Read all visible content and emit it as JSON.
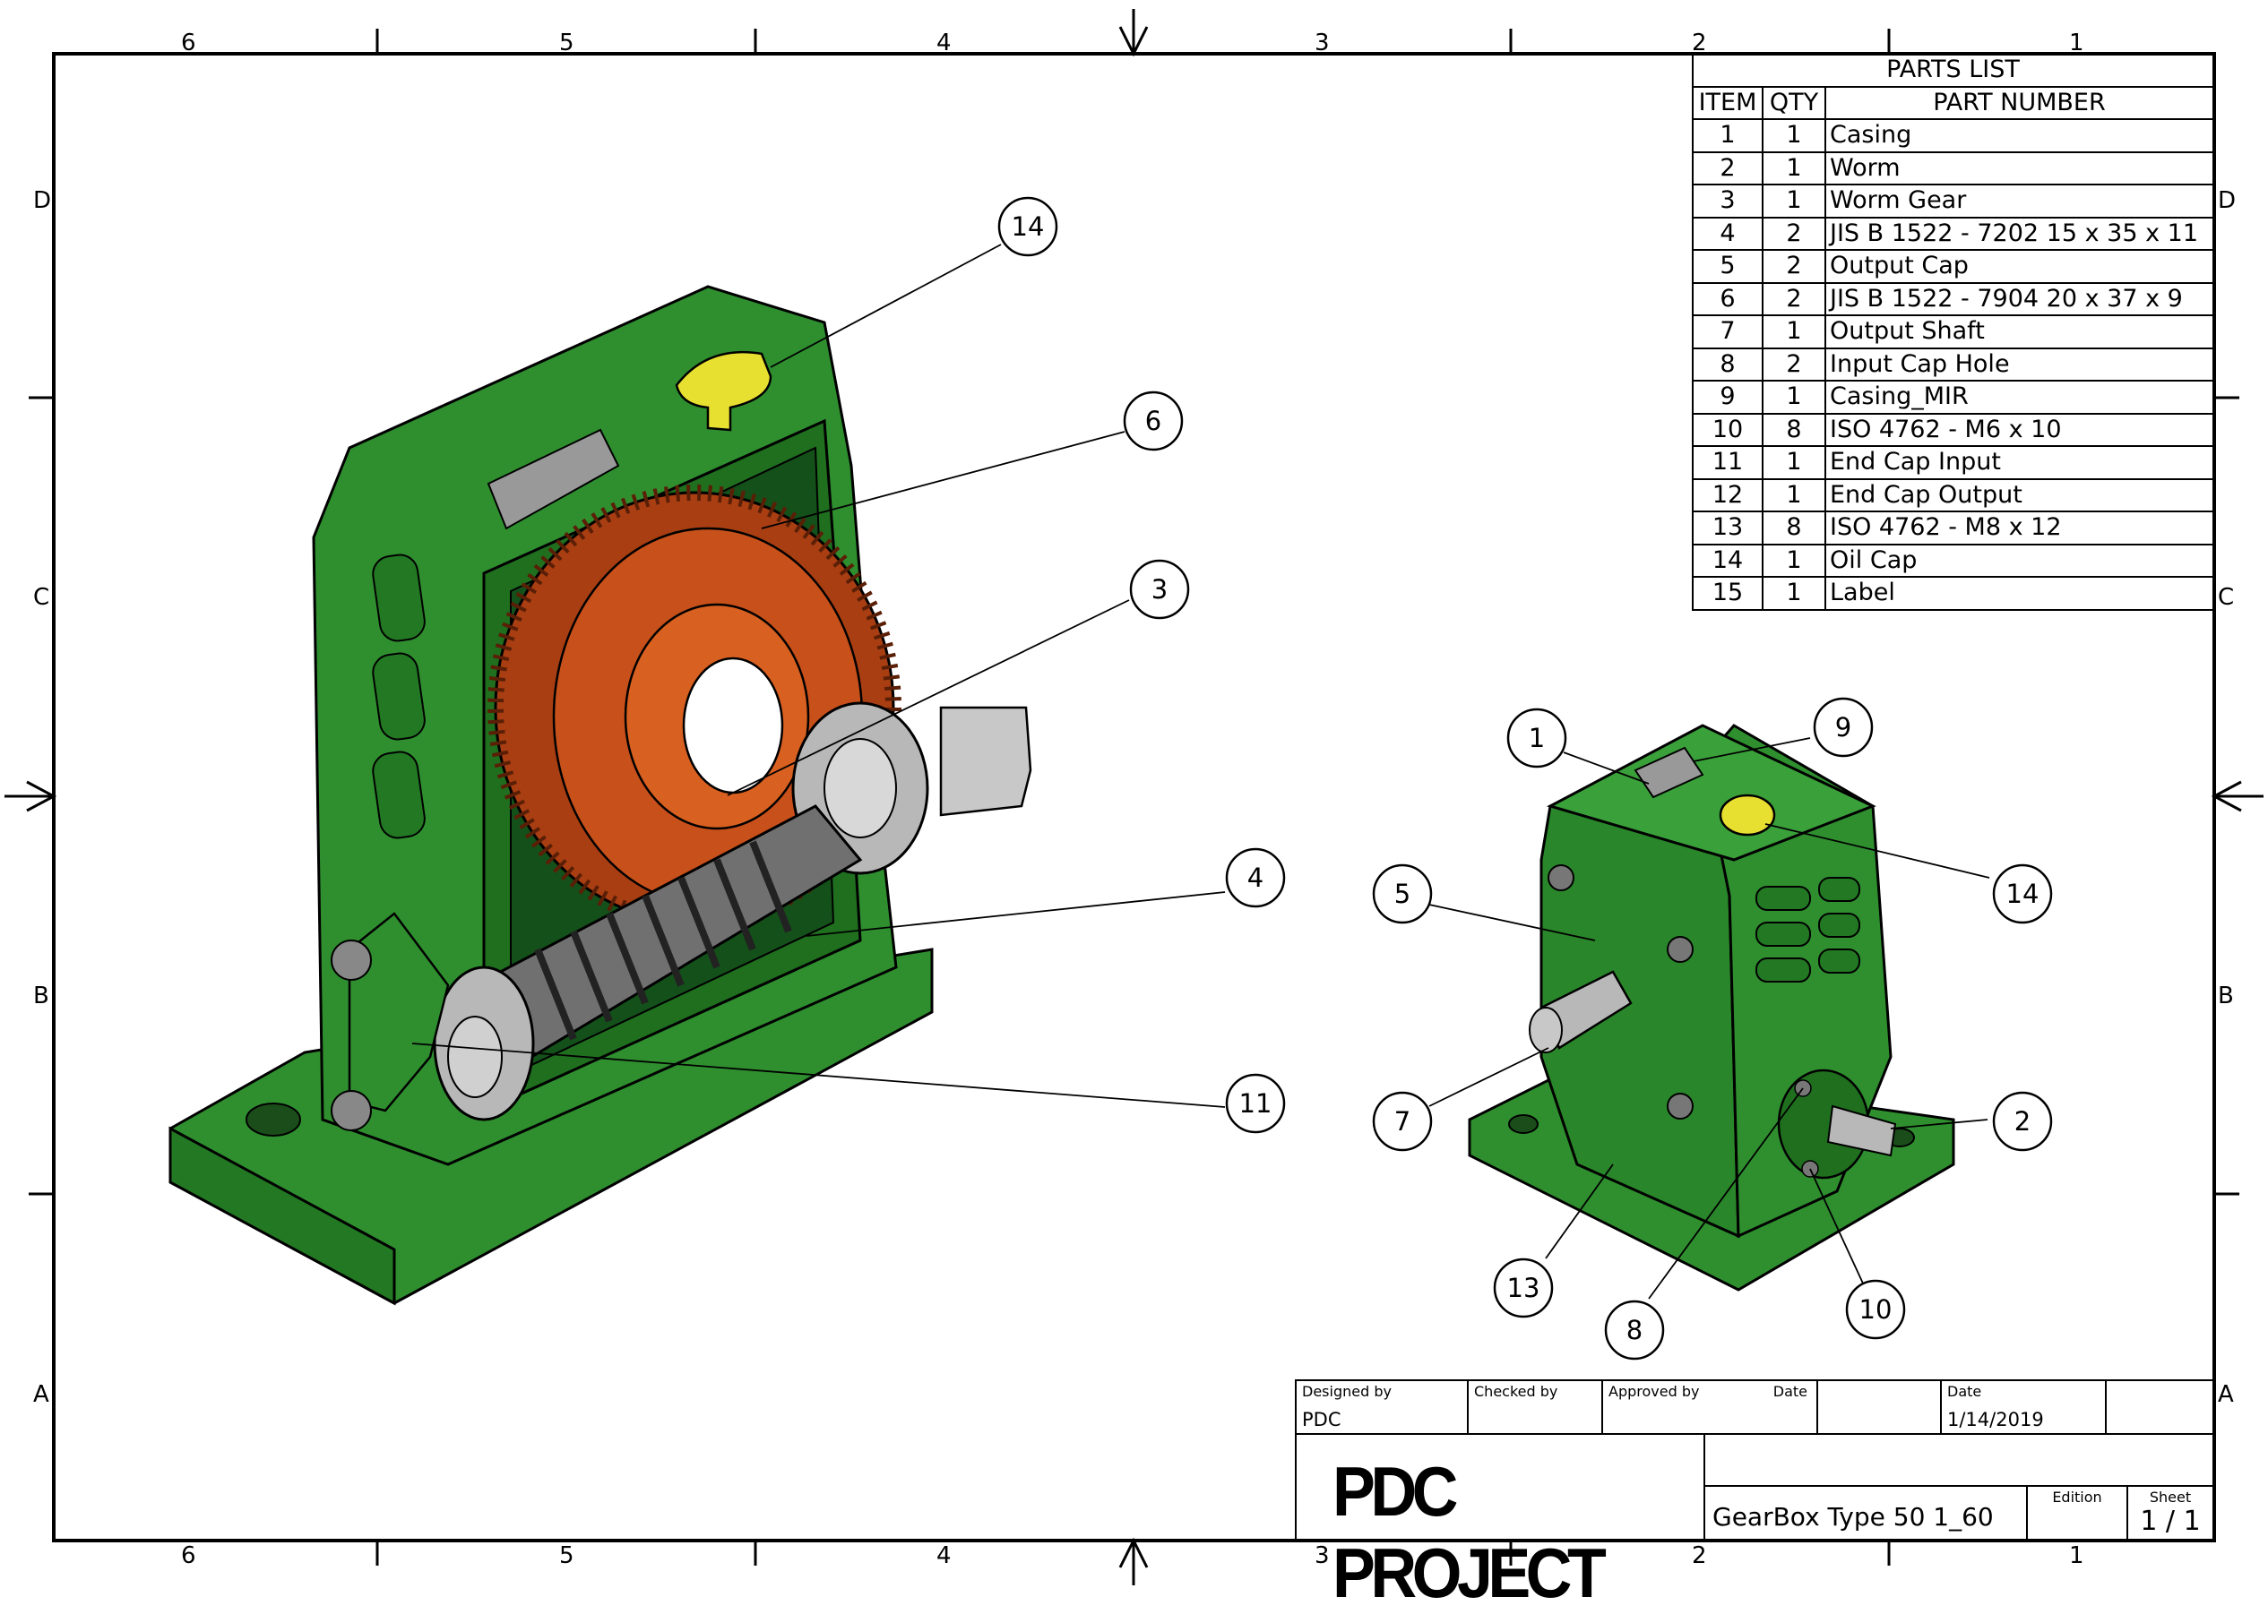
{
  "sheet": {
    "column_labels": [
      "6",
      "5",
      "4",
      "3",
      "2",
      "1"
    ],
    "row_labels": [
      "D",
      "C",
      "B",
      "A"
    ]
  },
  "parts_list": {
    "title": "PARTS LIST",
    "headers": {
      "item": "ITEM",
      "qty": "QTY",
      "part_number": "PART NUMBER"
    },
    "rows": [
      {
        "item": "1",
        "qty": "1",
        "part": "Casing"
      },
      {
        "item": "2",
        "qty": "1",
        "part": "Worm"
      },
      {
        "item": "3",
        "qty": "1",
        "part": "Worm Gear"
      },
      {
        "item": "4",
        "qty": "2",
        "part": "JIS B 1522 - 7202 15 x 35 x 11"
      },
      {
        "item": "5",
        "qty": "2",
        "part": "Output Cap"
      },
      {
        "item": "6",
        "qty": "2",
        "part": "JIS B 1522 - 7904 20 x 37 x 9"
      },
      {
        "item": "7",
        "qty": "1",
        "part": "Output Shaft"
      },
      {
        "item": "8",
        "qty": "2",
        "part": "Input Cap Hole"
      },
      {
        "item": "9",
        "qty": "1",
        "part": "Casing_MIR"
      },
      {
        "item": "10",
        "qty": "8",
        "part": "ISO 4762 - M6 x 10"
      },
      {
        "item": "11",
        "qty": "1",
        "part": "End Cap Input"
      },
      {
        "item": "12",
        "qty": "1",
        "part": "End Cap Output"
      },
      {
        "item": "13",
        "qty": "8",
        "part": "ISO 4762 - M8 x 12"
      },
      {
        "item": "14",
        "qty": "1",
        "part": "Oil Cap"
      },
      {
        "item": "15",
        "qty": "1",
        "part": "Label"
      }
    ]
  },
  "balloons": {
    "section_view": [
      "14",
      "6",
      "3",
      "4",
      "11"
    ],
    "iso_view": [
      "1",
      "9",
      "5",
      "14",
      "7",
      "2",
      "13",
      "8",
      "10"
    ]
  },
  "title_block": {
    "designed_by_label": "Designed by",
    "designed_by": "PDC",
    "checked_by_label": "Checked by",
    "approved_by_label": "Approved by",
    "date_label": "Date",
    "date_label_2": "Date",
    "date": "1/14/2019",
    "logo_text": "PDC PROJECT",
    "drawing_title": "GearBox Type 50 1_60",
    "edition_label": "Edition",
    "sheet_label": "Sheet",
    "sheet": "1 / 1"
  },
  "colors": {
    "casing_green": "#2f8f2f",
    "casing_dark": "#1f5f1f",
    "worm_gear_orange": "#c8501a",
    "oil_cap_yellow": "#e8e030",
    "bearing_grey": "#b8b8b8"
  }
}
